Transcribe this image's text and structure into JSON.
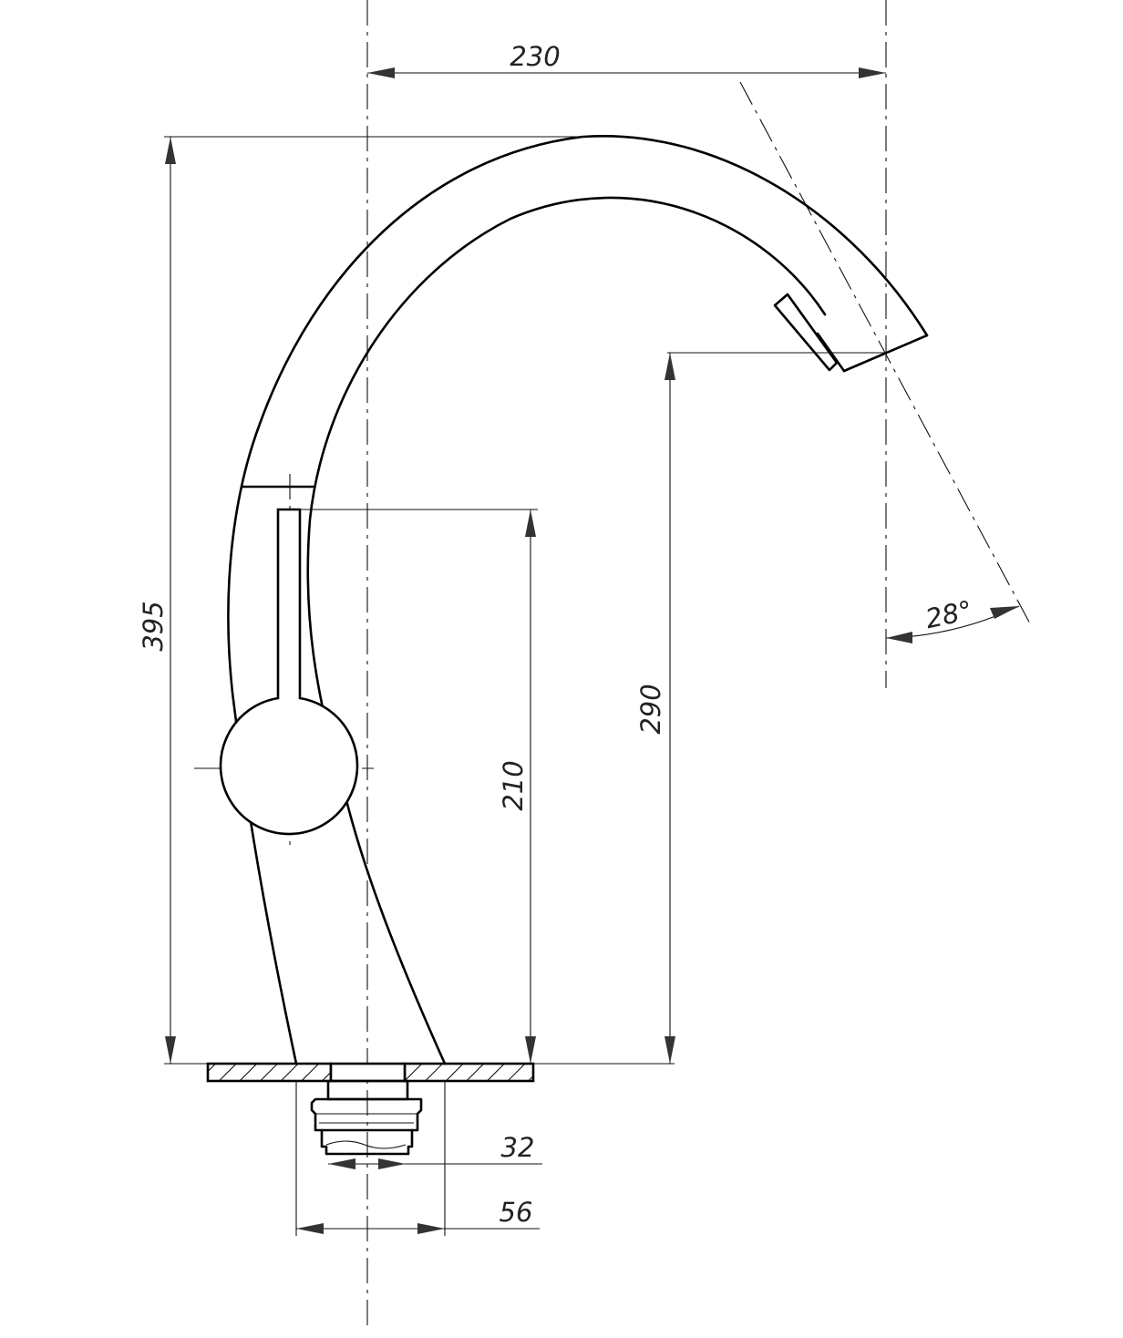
{
  "drawing": {
    "dimensions": {
      "spout_reach": "230",
      "total_height": "395",
      "outlet_height": "290",
      "handle_height": "210",
      "thread_diameter": "32",
      "base_diameter": "56",
      "spout_angle": "28°"
    }
  }
}
